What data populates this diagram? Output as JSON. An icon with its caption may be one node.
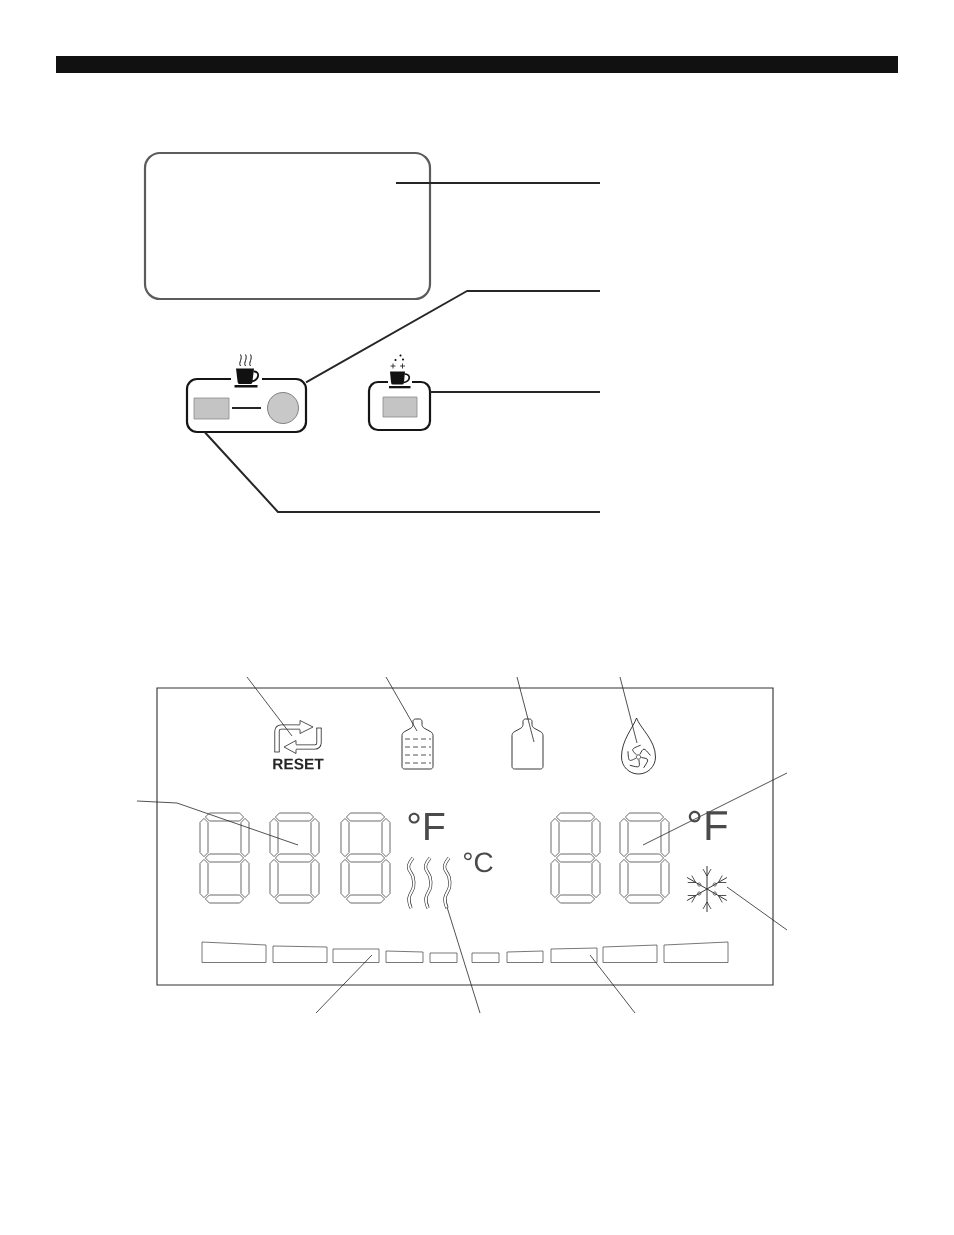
{
  "diagram": {
    "nodes": [
      {
        "text": [],
        "shape": "box"
      },
      {
        "text": [],
        "shape": "box"
      },
      {
        "text": [],
        "shape": "box",
        "in": 1
      },
      {
        "text": [],
        "shape": "circle",
        "in": 1
      },
      {
        "text": [],
        "shape": "box"
      },
      {
        "text": [],
        "shape": "box",
        "in": 4
      },
      {
        "text": [],
        "shape": "box"
      },
      {
        "text": [],
        "shape": "picture",
        "beside": [
          "RESET"
        ],
        "in": 6
      },
      {
        "text": [],
        "shape": "picture",
        "in": 6
      },
      {
        "text": [],
        "shape": "picture",
        "in": 6
      },
      {
        "text": [],
        "shape": "picture",
        "in": 6
      },
      {
        "text": [],
        "shape": "picture",
        "in": 6
      },
      {
        "text": [],
        "shape": "picture",
        "in": 6
      },
      {
        "text": [],
        "shape": "picture",
        "in": 6
      },
      {
        "text": [],
        "shape": "picture",
        "in": 6
      },
      {
        "text": [],
        "shape": "picture",
        "in": 6
      },
      {
        "text": [],
        "shape": "picture",
        "in": 6
      },
      {
        "text": [],
        "shape": "picture",
        "in": 6
      },
      {
        "text": [],
        "shape": "bar",
        "in": 6
      },
      {
        "text": [],
        "shape": "bar",
        "in": 6
      },
      {
        "text": [],
        "shape": "bar",
        "in": 6
      },
      {
        "text": [],
        "shape": "bar",
        "in": 6
      },
      {
        "text": [],
        "shape": "bar",
        "in": 6
      },
      {
        "text": [],
        "shape": "bar",
        "in": 6
      },
      {
        "text": [],
        "shape": "bar",
        "in": 6
      },
      {
        "text": [],
        "shape": "bar",
        "in": 6
      },
      {
        "text": [],
        "shape": "bar",
        "in": 6
      },
      {
        "text": [],
        "shape": "bar",
        "in": 6
      }
    ],
    "edges": [
      {
        "from": null,
        "to": 0,
        "arrow": "none"
      },
      {
        "from": null,
        "to": 1,
        "arrow": "none"
      },
      {
        "from": null,
        "to": 4,
        "arrow": "none"
      },
      {
        "from": null,
        "to": 1,
        "arrow": "none"
      },
      {
        "from": null,
        "to": 7,
        "arrow": "none"
      },
      {
        "from": null,
        "to": 8,
        "arrow": "none"
      },
      {
        "from": null,
        "to": 9,
        "arrow": "none"
      },
      {
        "from": null,
        "to": 10,
        "arrow": "none"
      },
      {
        "from": null,
        "to": 12,
        "arrow": "none"
      },
      {
        "from": null,
        "to": 15,
        "arrow": "none"
      },
      {
        "from": null,
        "to": 17,
        "arrow": "none"
      },
      {
        "from": null,
        "to": 20,
        "arrow": "none"
      },
      {
        "from": null,
        "to": 16,
        "arrow": "none"
      },
      {
        "from": null,
        "to": 25,
        "arrow": "none"
      },
      {
        "from": 2,
        "to": 3,
        "arrow": "none"
      }
    ],
    "labels": [
      "°F",
      "°C",
      "°F"
    ]
  }
}
